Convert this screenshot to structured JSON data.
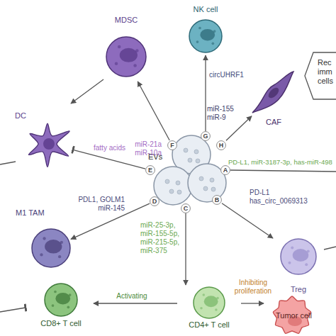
{
  "diagram": {
    "nodes": [
      {
        "text": [
          "NK cell"
        ]
      },
      {
        "text": [
          "MDSC"
        ]
      },
      {
        "text": [
          "CAF"
        ]
      },
      {
        "text": [
          "Rec imm cells"
        ]
      },
      {
        "text": [
          "DC"
        ]
      },
      {
        "text": [
          "EVs"
        ]
      },
      {
        "text": [
          "G"
        ],
        "in": 5
      },
      {
        "text": [
          "F"
        ],
        "in": 5
      },
      {
        "text": [
          "H"
        ],
        "in": 5
      },
      {
        "text": [
          "E"
        ],
        "in": 5
      },
      {
        "text": [
          "A"
        ],
        "in": 5
      },
      {
        "text": [
          "D"
        ],
        "in": 5
      },
      {
        "text": [
          "C"
        ],
        "in": 5
      },
      {
        "text": [
          "B"
        ],
        "in": 5
      },
      {
        "text": [
          "M1 TAM"
        ]
      },
      {
        "text": [
          "Treg"
        ]
      },
      {
        "text": [
          "CD8+ T cell"
        ]
      },
      {
        "text": [
          "CD4+ T cell"
        ]
      },
      {
        "text": [
          "Tumor cell"
        ]
      }
    ],
    "edges": [
      {
        "from": 7,
        "to": 1,
        "label": "miR-21a miR-10a",
        "arrow": "to"
      },
      {
        "from": 6,
        "to": 0,
        "label": "circUHRF1",
        "arrow": "to"
      },
      {
        "from": 8,
        "to": 2,
        "label": "miR-155 miR-9",
        "arrow": "to"
      },
      {
        "from": 9,
        "to": 4,
        "label": "fatty acids",
        "arrow": "to"
      },
      {
        "from": 11,
        "to": 14,
        "label": "PDL1, GOLM1 miR-145",
        "arrow": "to"
      },
      {
        "from": 12,
        "to": 17,
        "label": "miR-25-3p, miR-155-5p, miR-215-5p, miR-375",
        "arrow": "to"
      },
      {
        "from": 13,
        "to": 15,
        "label": "PD-L1 has_circ_0069313",
        "arrow": "to"
      },
      {
        "from": 17,
        "to": 16,
        "label": "Activating",
        "arrow": "to"
      },
      {
        "from": 17,
        "to": 18,
        "label": "Inhibiting proliferation",
        "arrow": "to"
      }
    ],
    "labels": [
      "PD-L1, miR-3187-3p, has-miR-498"
    ]
  }
}
